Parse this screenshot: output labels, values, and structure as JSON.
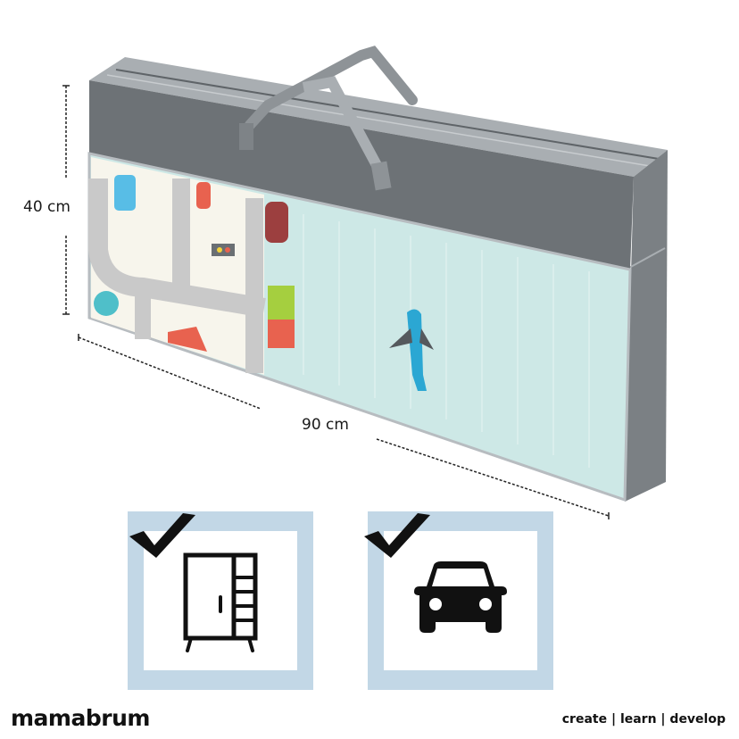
{
  "product": {
    "name": "foldable play mat storage bag",
    "colors": {
      "bag_dark": "#6d7276",
      "bag_top": "#a9aeb2",
      "bag_side": "#7b8084",
      "window_mint": "#cde8e6",
      "window_cream": "#f7f5ec",
      "road_gray": "#c9c9c9",
      "plane_blue": "#2ba7d3",
      "car_red": "#e8624f",
      "car_maroon": "#9c3f3f",
      "car_lightblue": "#58bde6"
    }
  },
  "dimensions": {
    "height_label": "40 cm",
    "width_label": "90 cm"
  },
  "features": [
    {
      "icon": "wardrobe-icon",
      "check": "checkmark-icon",
      "meaning": "fits in wardrobe"
    },
    {
      "icon": "car-icon",
      "check": "checkmark-icon",
      "meaning": "fits in car"
    }
  ],
  "accent_color": "#c2d7e6",
  "footer": {
    "brand": "mamabrum",
    "tagline": "create | learn | develop"
  }
}
